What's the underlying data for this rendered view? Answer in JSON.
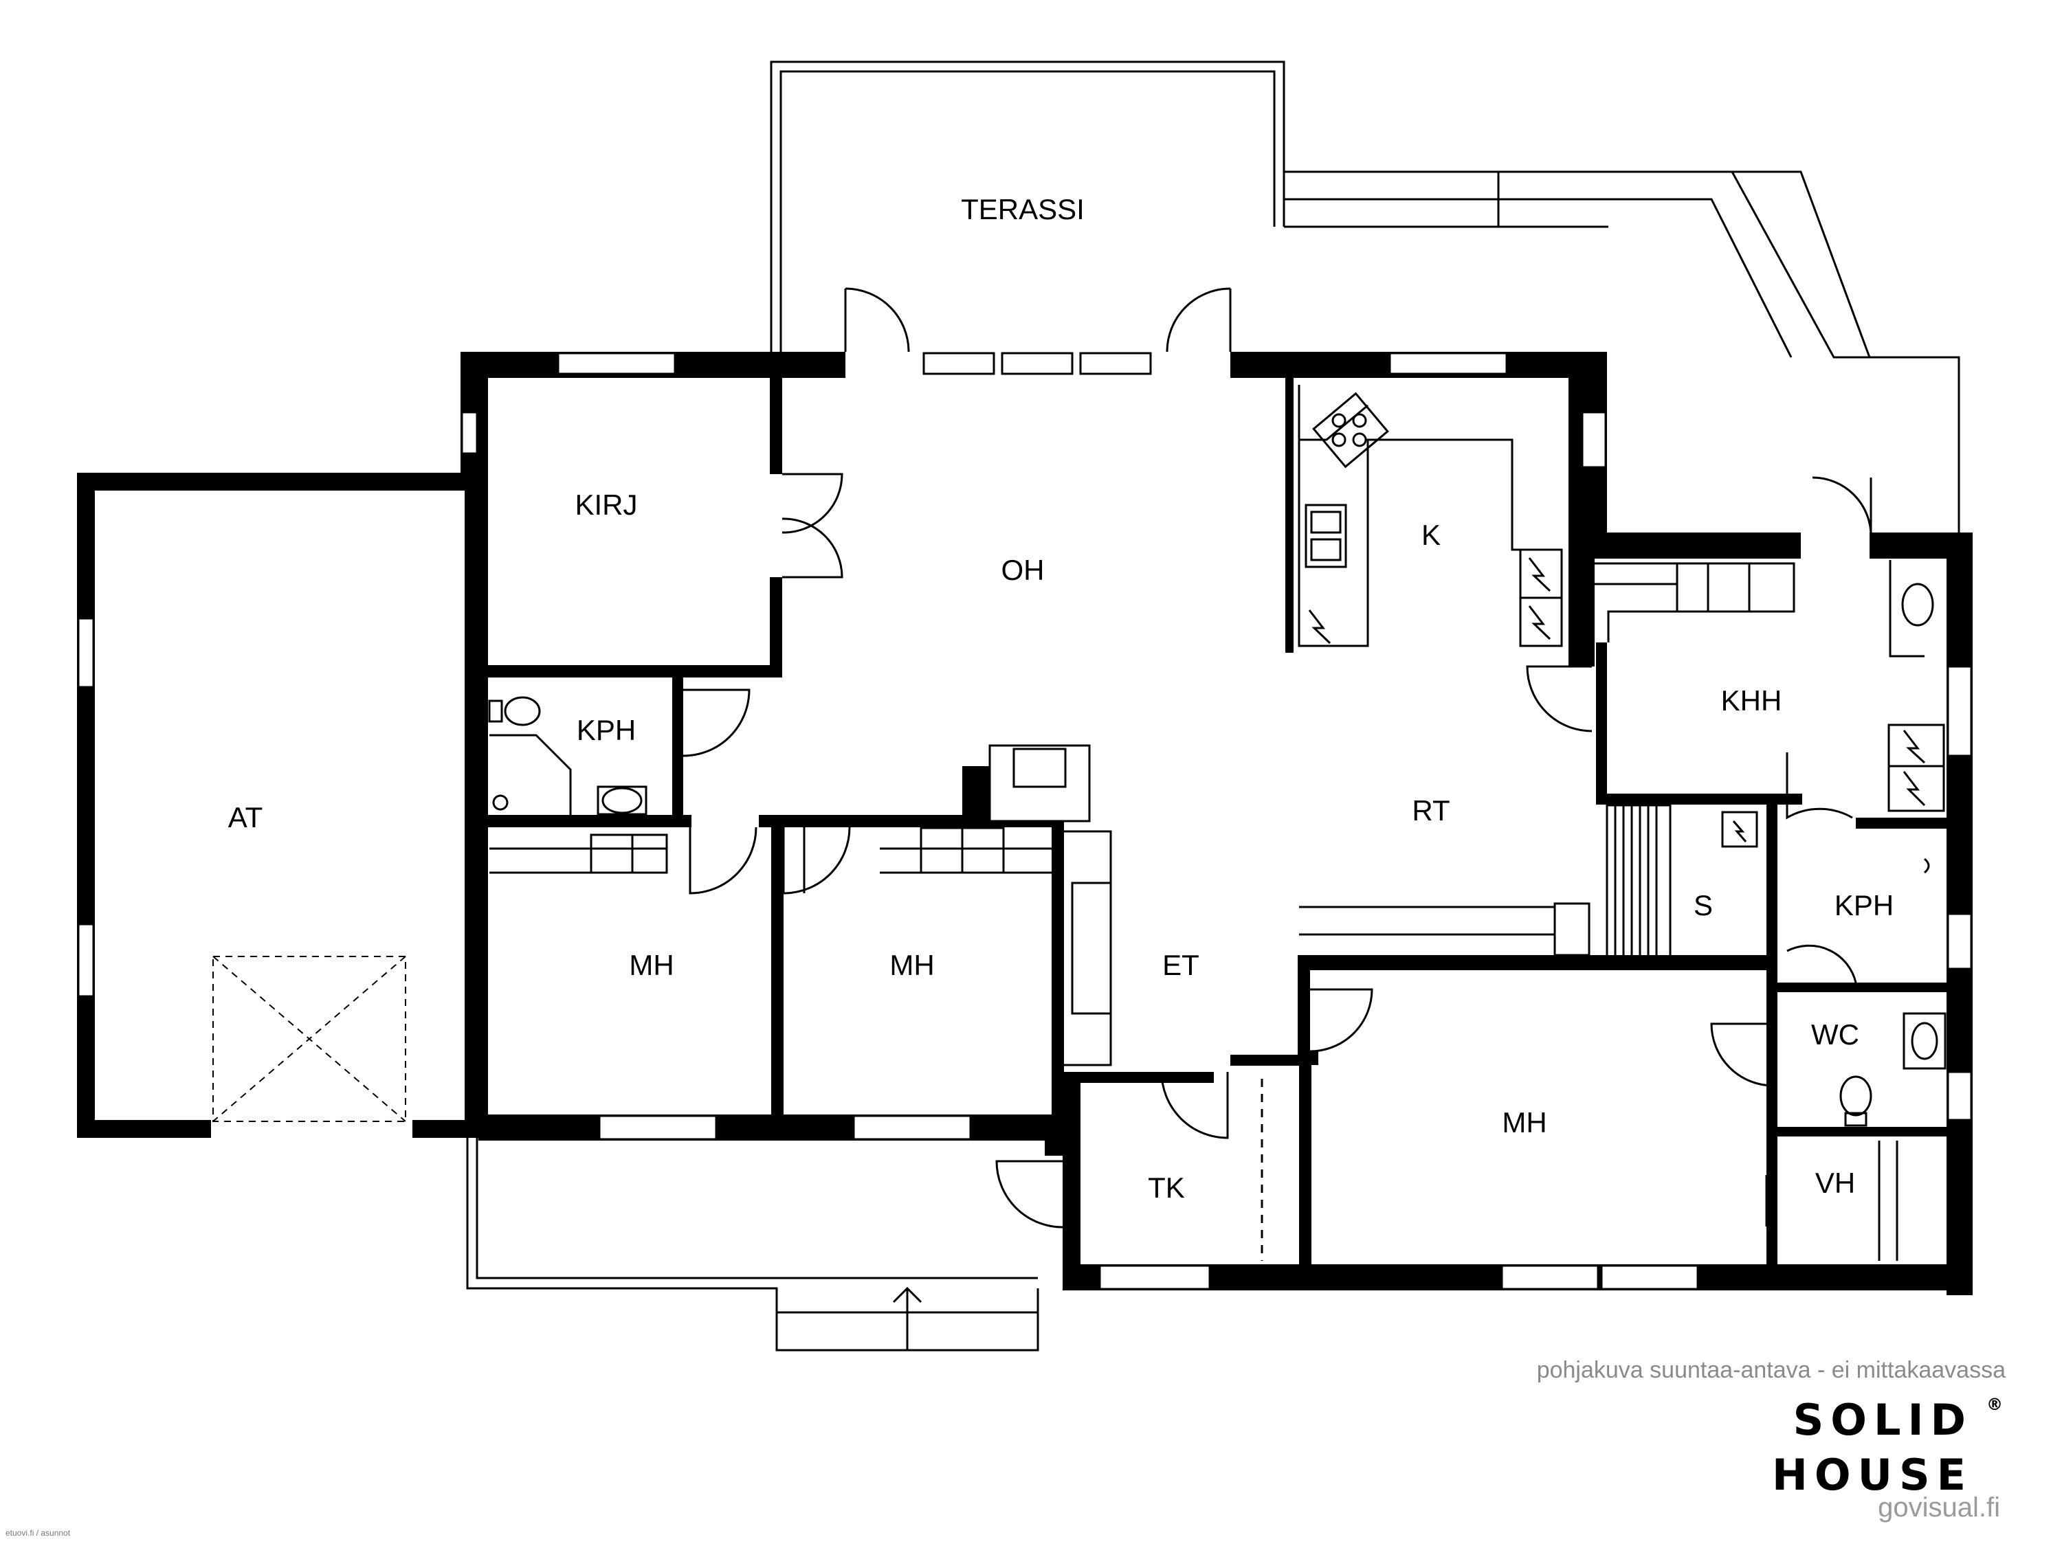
{
  "rooms": {
    "terassi": "TERASSI",
    "kirj": "KIRJ",
    "oh": "OH",
    "k": "K",
    "kph1": "KPH",
    "khh": "KHH",
    "at": "AT",
    "rt": "RT",
    "s": "S",
    "kph2": "KPH",
    "mh1": "MH",
    "mh2": "MH",
    "et": "ET",
    "wc": "WC",
    "mh3": "MH",
    "tk": "TK",
    "vh": "VH"
  },
  "footer": {
    "disclaimer": "pohjakuva suuntaa-antava - ei mittakaavassa",
    "brand_line1": "SOLID",
    "brand_line2": "HOUSE",
    "registered": "®",
    "website": "govisual.fi",
    "credit": "etuovi.fi / asunnot"
  },
  "colors": {
    "wall": "#000000",
    "background": "#ffffff",
    "disclaimer_text": "#8a8a8a"
  }
}
